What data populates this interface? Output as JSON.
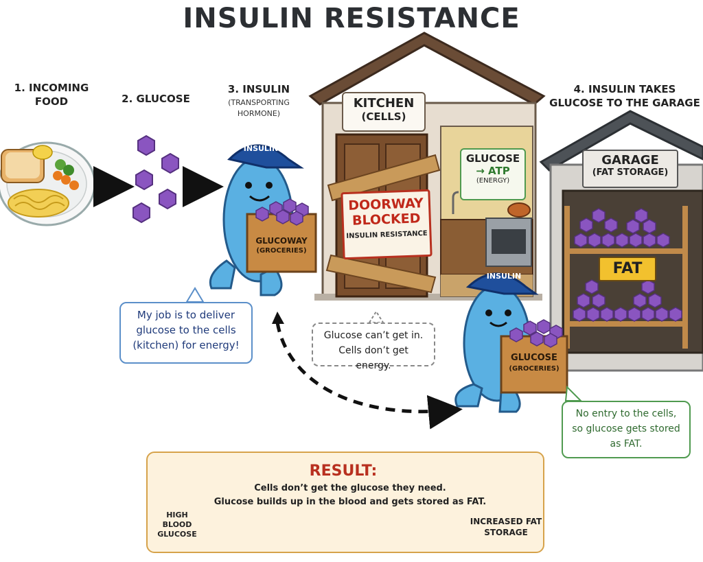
{
  "title": "INSULIN RESISTANCE",
  "steps": {
    "food": {
      "label": "1. INCOMING FOOD"
    },
    "glucose": {
      "label": "2. GLUCOSE"
    },
    "insulin": {
      "label": "3. INSULIN",
      "sub": "(TRANSPORTING HORMONE)"
    },
    "garage_trip": {
      "label": "4. INSULIN TAKES GLUCOSE TO THE GARAGE"
    }
  },
  "characters": {
    "cap_label": "INSULIN",
    "box1_label": "GLUCOWAY",
    "box1_sub": "(GROCERIES)",
    "box2_label": "GLUCOSE",
    "box2_sub": "(GROCERIES)"
  },
  "kitchen": {
    "sign_title": "KITCHEN",
    "sign_sub": "(CELLS)",
    "atp_title": "GLUCOSE",
    "atp_arrow": "→ ATP",
    "atp_sub": "(ENERGY)",
    "blocked_line1": "DOORWAY",
    "blocked_line2": "BLOCKED",
    "blocked_sub": "INSULIN RESISTANCE"
  },
  "garage": {
    "sign_title": "GARAGE",
    "sign_sub": "(FAT STORAGE)",
    "fat_label": "FAT"
  },
  "bubbles": {
    "insulin_job": "My job is to deliver glucose to the cells (kitchen) for energy!",
    "blocked_note": "Glucose can’t get in. Cells don’t get energy.",
    "storage_note": "No entry to the cells, so glucose gets stored as FAT."
  },
  "result": {
    "heading": "RESULT:",
    "line1": "Cells don’t get the glucose they need.",
    "line2": "Glucose  builds up in the blood and gets stored as FAT.",
    "left_label": "HIGH BLOOD GLUCOSE",
    "right_label": "INCREASED FAT STORAGE"
  },
  "colors": {
    "insulin_blue": "#4aa3d8",
    "cap_blue": "#1f4f9c",
    "glucose_purple": "#7b4bb0",
    "bubble_blue": "#5b8fc9",
    "bubble_green": "#4f9a4f",
    "result_red": "#b8301f",
    "fat_yellow": "#f2c12e"
  }
}
